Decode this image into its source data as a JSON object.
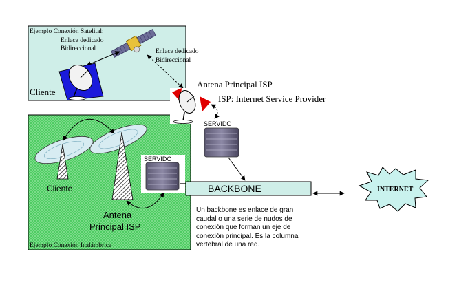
{
  "satellite_box": {
    "title": "Ejemplo Conexión Satelital:",
    "uplink_label": [
      "Enlace dedicado",
      "Bidireccional"
    ],
    "downlink_label": [
      "Enlace dedicado",
      "Bidireccional"
    ],
    "client_label": "Cliente"
  },
  "isp": {
    "antenna_label": "Antena Principal ISP",
    "provider_label": "ISP: Internet Service Provider",
    "server_label": "SERVIDO"
  },
  "wireless_box": {
    "title": "Ejemplo Conexión Inalámbrica",
    "client_label": "Cliente",
    "antenna_label": [
      "Antena",
      "Principal ISP"
    ],
    "server_label": "SERVIDO"
  },
  "backbone": {
    "label": "BACKBONE"
  },
  "internet": {
    "label": "INTERNET"
  },
  "description": [
    "Un backbone es enlace de gran",
    "caudal o una serie de nudos de",
    "conexión que forman un eje de",
    "conexión principal. Es la columna",
    "vertebral de una red."
  ],
  "colors": {
    "satellite_box_fill": "#cfeee8",
    "wireless_box_fill": "#5fd36f",
    "backbone_fill": "#cfeee8",
    "internet_fill": "#c9f2ee",
    "dish_blue": "#1a1adb",
    "antenna_red": "#e00000"
  }
}
